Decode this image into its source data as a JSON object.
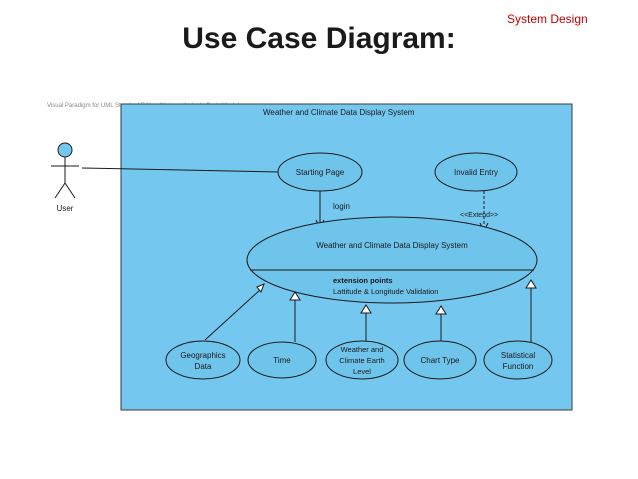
{
  "slide": {
    "title": "Use Case Diagram:",
    "corner_label": "System Design"
  },
  "diagram": {
    "watermark": "Visual Paradigm for UML Standard Edition(Universidade do Porto Vindo)",
    "system_name": "Weather and Climate Data Display System",
    "actor": "User",
    "use_cases": {
      "starting_page": "Starting Page",
      "invalid_entry": "Invalid Entry",
      "main": "Weather and Climate Data Display System",
      "geographics_line1": "Geographics",
      "geographics_line2": "Data",
      "time": "Time",
      "weather_line1": "Weather and",
      "weather_line2": "Climate Earth",
      "weather_line3": "Level",
      "chart_type": "Chart Type",
      "statistical_line1": "Statistical",
      "statistical_line2": "Function"
    },
    "extension_points_label": "extension points",
    "extension_point": "Lattitude & Longitude Validation",
    "login_label": "login",
    "extend_label": "<<Extend>>",
    "colors": {
      "system_fill": "#74c8ef",
      "usecase_fill": "#6fc4ec",
      "line": "#1a1a1a"
    }
  }
}
